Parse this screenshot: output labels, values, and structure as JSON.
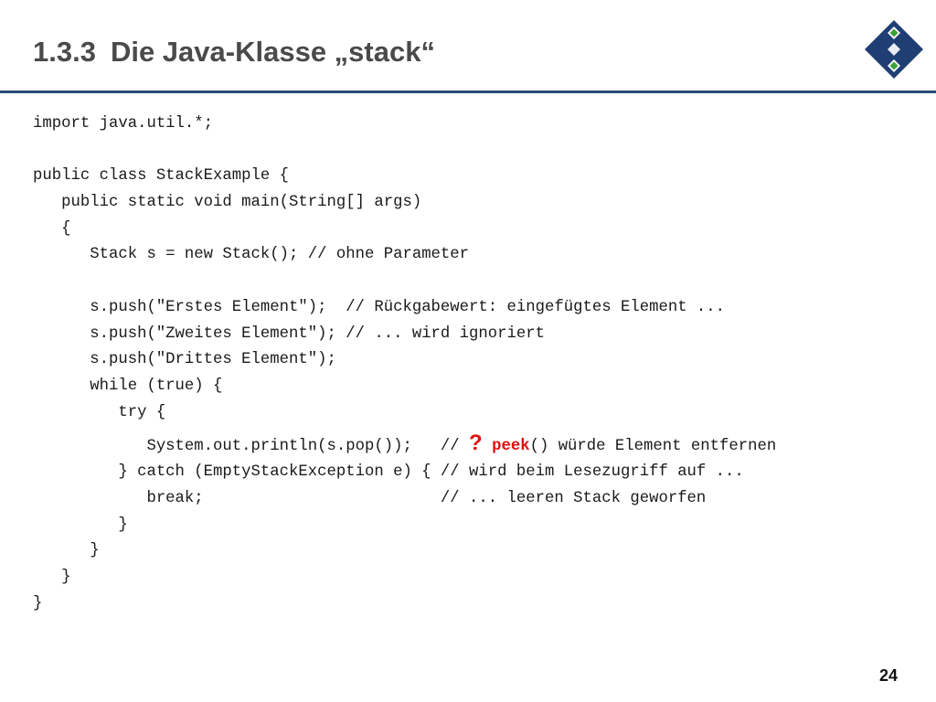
{
  "title": {
    "number": "1.3.3",
    "text": "Die Java-Klasse „stack“"
  },
  "code": {
    "lines": [
      "import java.util.*;",
      "",
      "public class StackExample {",
      "   public static void main(String[] args)",
      "   {",
      "      Stack s = new Stack(); // ohne Parameter",
      "",
      "      s.push(\"Erstes Element\");  // Rückgabewert: eingefügtes Element ...",
      "      s.push(\"Zweites Element\"); // ... wird ignoriert",
      "      s.push(\"Drittes Element\");",
      "      while (true) {",
      "         try {",
      "            System.out.println(s.pop());   // ",
      "         } catch (EmptyStackException e) { // wird beim Lesezugriff auf ...",
      "            break;                         // ... leeren Stack geworfen",
      "         }",
      "      }",
      "   }",
      "}"
    ],
    "annotation": {
      "question_mark": "?",
      "keyword": "peek",
      "rest": "() würde Element entfernen"
    }
  },
  "colors": {
    "title_text": "#4a4a4a",
    "rule": "#2a4a7a",
    "highlight": "#e01010",
    "logo_dark": "#1f3f73",
    "logo_accent": "#3aa335"
  },
  "logo": {
    "icon": "diamond-logo-icon"
  },
  "page_number": "24"
}
